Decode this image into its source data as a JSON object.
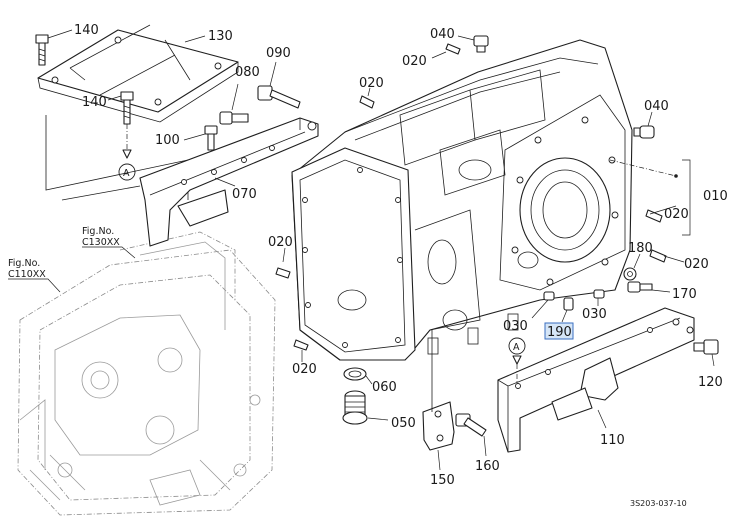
{
  "parts": {
    "p010": "010",
    "p020": "020",
    "p030": "030",
    "p040": "040",
    "p050": "050",
    "p060": "060",
    "p070": "070",
    "p080": "080",
    "p090": "090",
    "p100": "100",
    "p110": "110",
    "p120": "120",
    "p130": "130",
    "p140": "140",
    "p150": "150",
    "p160": "160",
    "p170": "170",
    "p180": "180",
    "p190": "190"
  },
  "references": {
    "fig_no": "Fig.No.",
    "c130": "C130XX",
    "c110": "C110XX",
    "marker": "A"
  },
  "drawing_code": "3S203-037-10",
  "colors": {
    "highlight_fill": "#d6e6f7",
    "highlight_stroke": "#3a6fc0"
  }
}
